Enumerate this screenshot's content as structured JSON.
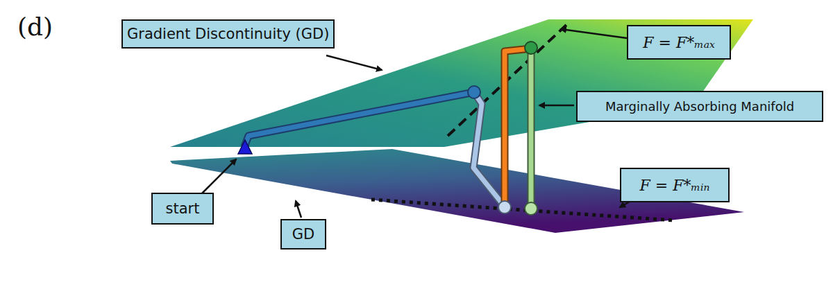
{
  "diagram": {
    "nodes": [
      {
        "text": [
          "Gradient Discontinuity (GD)"
        ]
      },
      {
        "text": [
          "F = F*ₘₐₓ"
        ]
      },
      {
        "text": [
          "Marginally Absorbing Manifold"
        ]
      },
      {
        "text": [
          "F = F*ₘᵢₙ"
        ]
      },
      {
        "text": [
          "start"
        ]
      },
      {
        "text": [
          "GD"
        ]
      }
    ],
    "labels": [
      "(d)"
    ]
  }
}
